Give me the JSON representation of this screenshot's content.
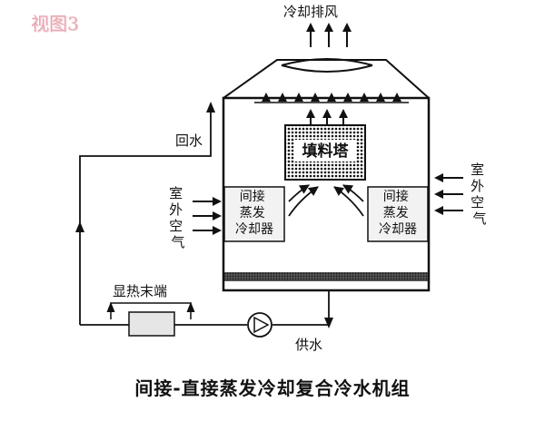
{
  "tag": "视图3",
  "labels": {
    "exhaust": "冷却排风",
    "return_water": "回水",
    "packing_tower": "填料塔",
    "outdoor_air": "室外空气",
    "iec": "间接蒸发冷却器",
    "terminal": "显热末端",
    "supply_water": "供水"
  },
  "caption": "间接-直接蒸发冷却复合冷水机组"
}
